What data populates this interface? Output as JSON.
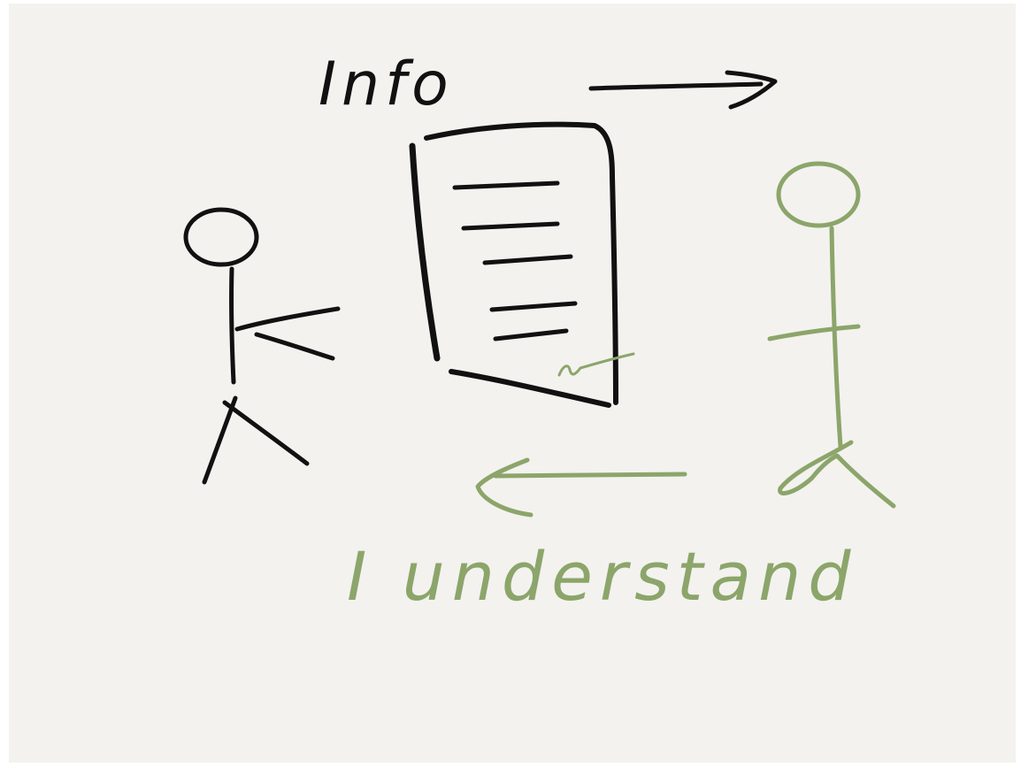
{
  "diagram": {
    "top_label": "Info",
    "bottom_label": "I understand",
    "colors": {
      "paper": "#f3f2ef",
      "sender_ink": "#111111",
      "receiver_ink": "#8ca56a"
    },
    "icons": [
      "stick-figure-sender",
      "document-icon",
      "stick-figure-receiver",
      "arrow-right",
      "arrow-left"
    ]
  }
}
